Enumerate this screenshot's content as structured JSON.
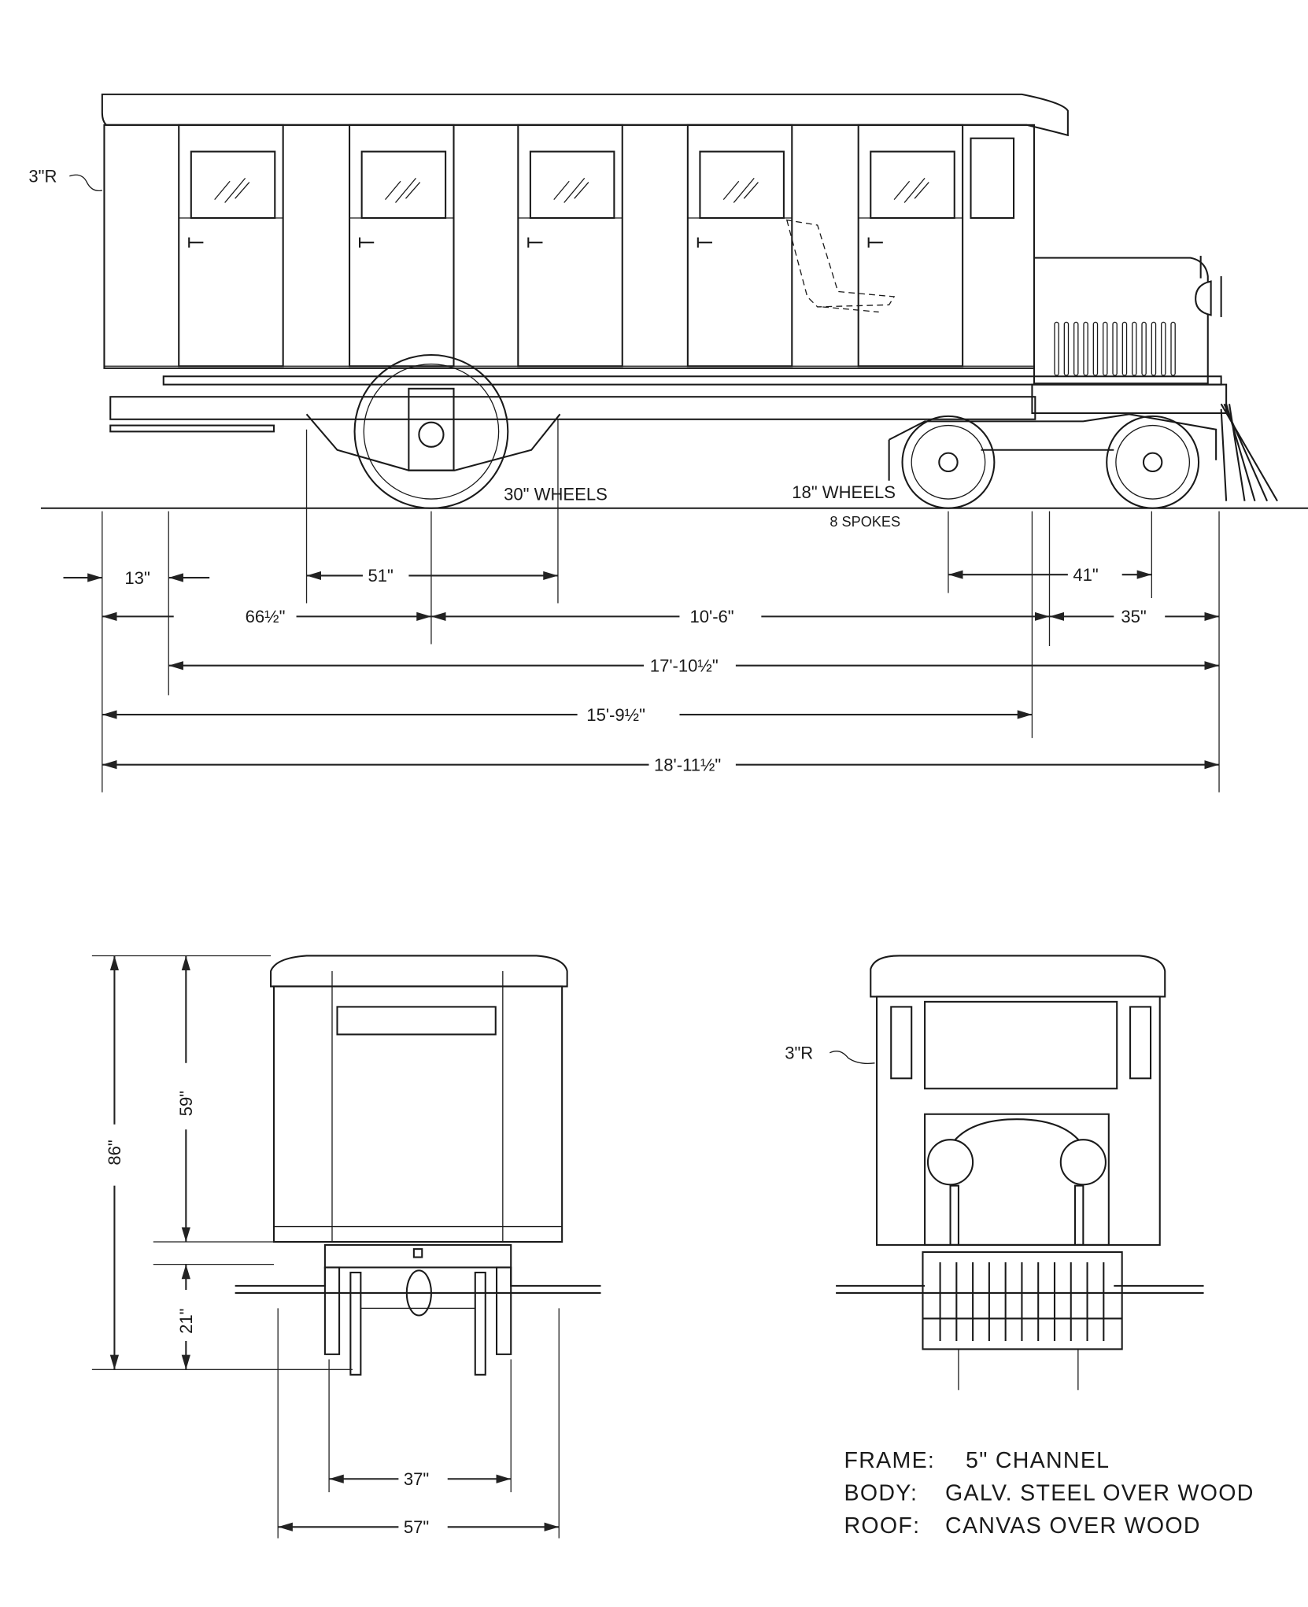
{
  "side_view": {
    "radius_label": "3\"R",
    "wheels_30_label": "30\" WHEELS",
    "wheels_18_label": "18\" WHEELS",
    "spokes_label": "8 SPOKES",
    "dimensions": {
      "rear_overhang": "13\"",
      "spring_span": "51\"",
      "front_truck_span": "41\"",
      "rear_axle_to_end": "66½\"",
      "wheelbase": "10'-6\"",
      "front_overhang": "35\"",
      "frame_length": "17'-10½\"",
      "body_length": "15'-9½\"",
      "overall_length": "18'-11½\""
    }
  },
  "rear_view": {
    "dimensions": {
      "overall_height": "86\"",
      "body_height": "59\"",
      "frame_height": "21\"",
      "gauge": "37\"",
      "overall_width": "57\""
    }
  },
  "front_view": {
    "radius_label": "3\"R"
  },
  "notes": [
    {
      "key": "FRAME:",
      "value": "5\" CHANNEL"
    },
    {
      "key": "BODY:",
      "value": "GALV. STEEL OVER WOOD"
    },
    {
      "key": "ROOF:",
      "value": "CANVAS OVER WOOD"
    }
  ]
}
